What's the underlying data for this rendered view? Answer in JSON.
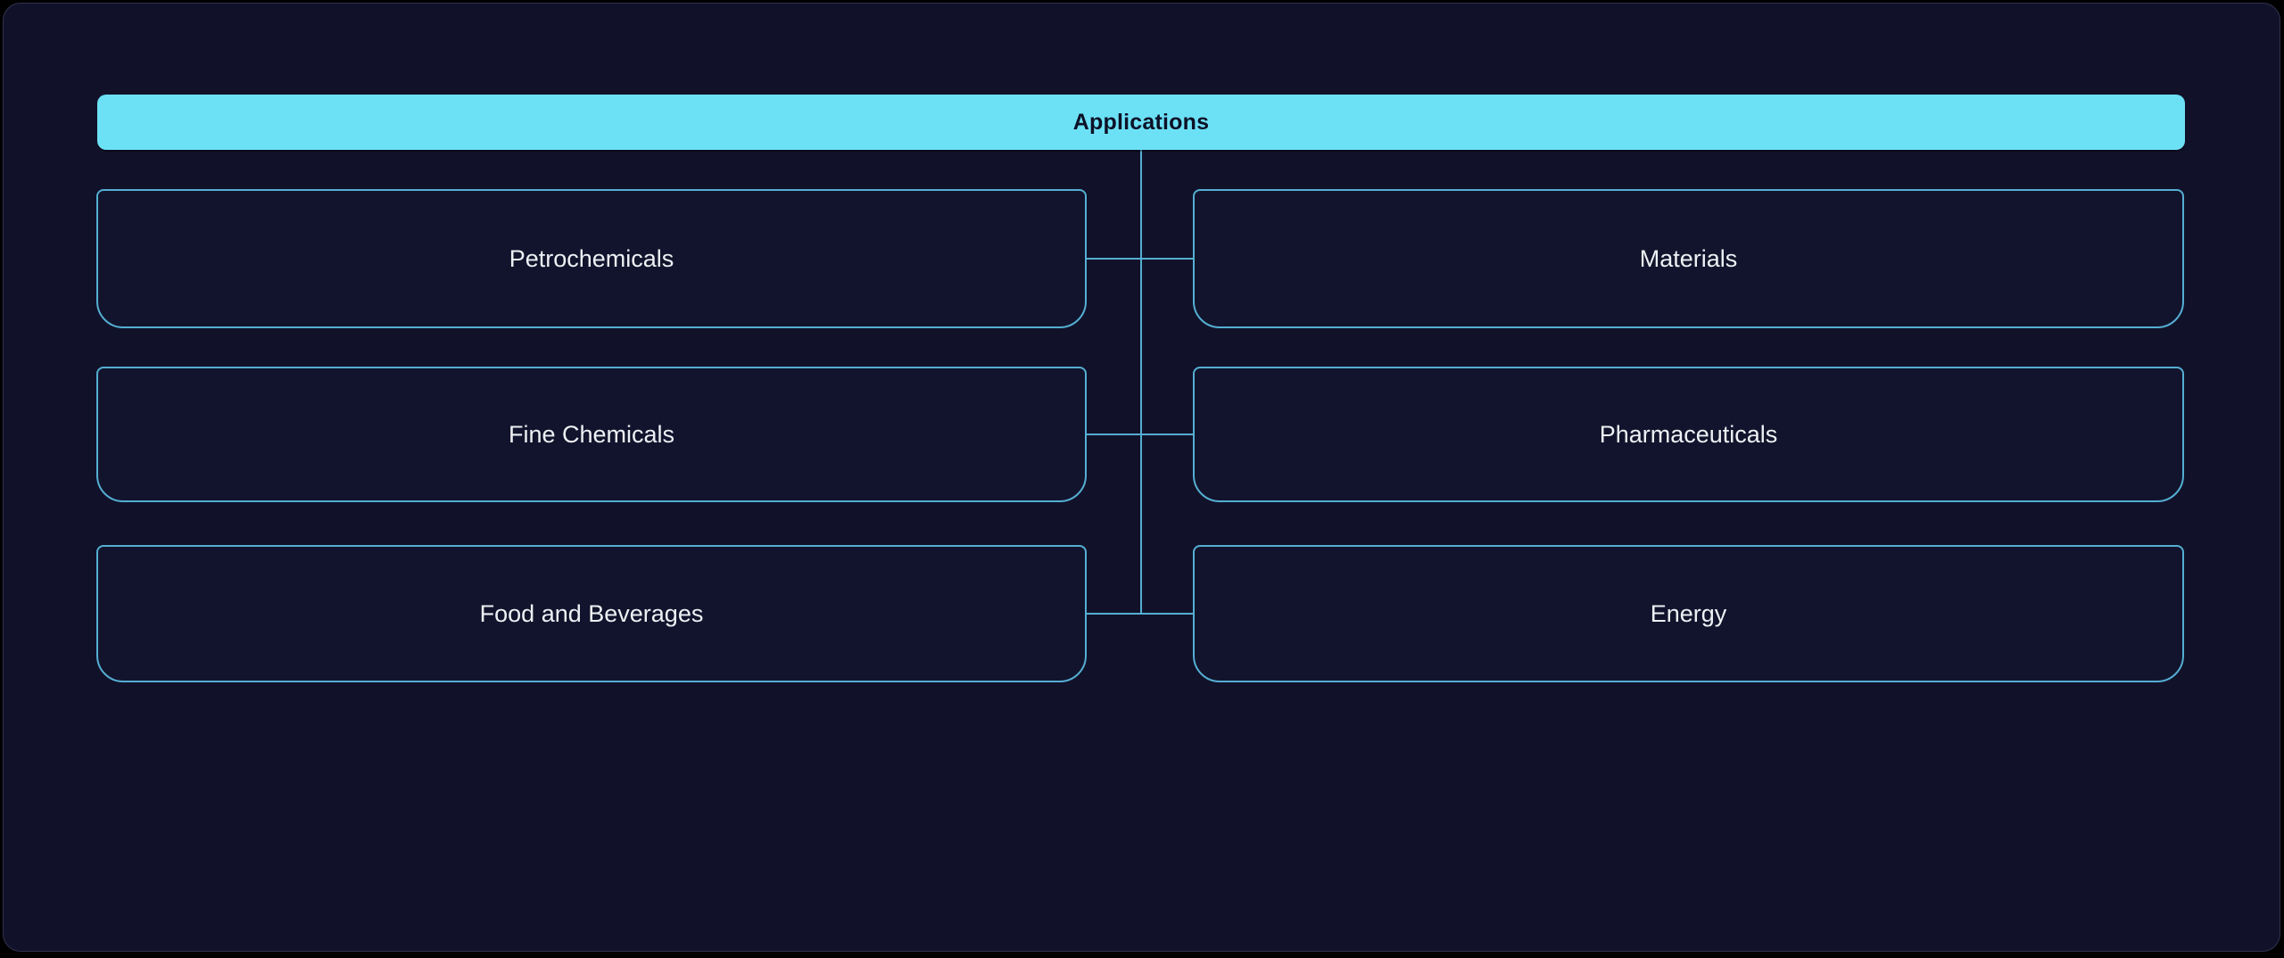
{
  "diagram": {
    "root": {
      "label": "Applications"
    },
    "children": [
      {
        "label": "Petrochemicals",
        "side": "left",
        "row": 1
      },
      {
        "label": "Materials",
        "side": "right",
        "row": 1
      },
      {
        "label": "Fine Chemicals",
        "side": "left",
        "row": 2
      },
      {
        "label": "Pharmaceuticals",
        "side": "right",
        "row": 2
      },
      {
        "label": "Food and Beverages",
        "side": "left",
        "row": 3
      },
      {
        "label": "Energy",
        "side": "right",
        "row": 3
      }
    ],
    "colors": {
      "background": "#000000",
      "panel": "#11122a",
      "panel_border": "#30314e",
      "root_fill": "#6ce1f6",
      "root_text": "#0d1126",
      "node_border": "#55aed2",
      "node_text": "#eef0f4",
      "connector": "#55aed2"
    }
  }
}
